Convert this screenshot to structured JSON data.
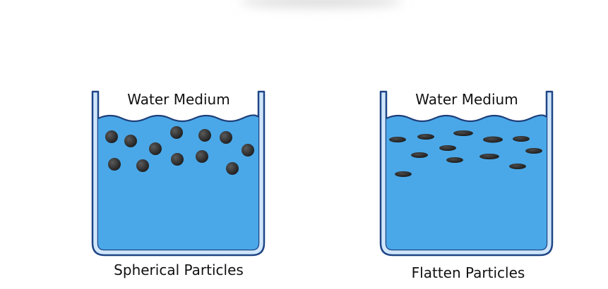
{
  "colors": {
    "water": "#4aa8e8",
    "water_surface_line": "#1d3f7a",
    "container_outline": "#1f4586",
    "container_glass": "#cfe6fb",
    "particle": "#2d2d2d",
    "background": "#ffffff"
  },
  "containers": [
    {
      "medium_label": "Water Medium",
      "caption": "Spherical Particles",
      "particle_shape": "sphere"
    },
    {
      "medium_label": "Water Medium",
      "caption": "Flatten Particles",
      "particle_shape": "flat-ellipse"
    }
  ]
}
